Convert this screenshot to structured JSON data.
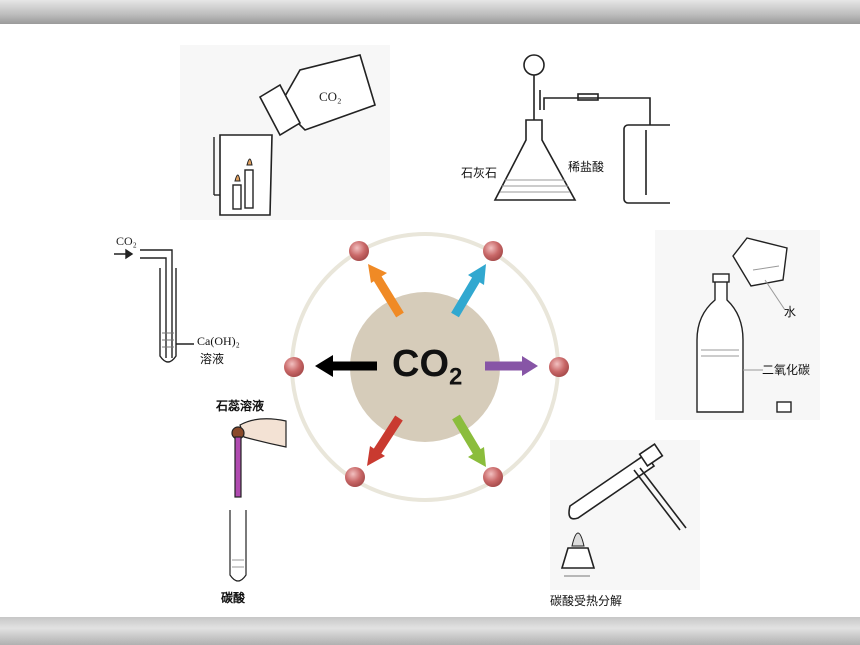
{
  "center": {
    "formula": "CO",
    "subscript": "2"
  },
  "labels": {
    "pour_co2_bottle": "CO₂",
    "limestone": "石灰石",
    "dilute_hcl": "稀盐酸",
    "co2_arrow_in": "CO₂",
    "limewater": "Ca(OH)₂",
    "limewater_solution": "溶液",
    "water": "水",
    "carbon_dioxide": "二氧化碳",
    "litmus_solution": "石蕊溶液",
    "carbonic_acid": "碳酸",
    "carbonic_acid_decompose": "碳酸受热分解"
  },
  "colors": {
    "hub_fill": "#d6ccba",
    "ring": "#e9e6da",
    "node": "#c96868",
    "arrow_orange": "#f08a25",
    "arrow_blue": "#31a8d0",
    "arrow_purple": "#8755a6",
    "arrow_green": "#8bbd3c",
    "arrow_red": "#c93a30",
    "arrow_black": "#000000"
  }
}
